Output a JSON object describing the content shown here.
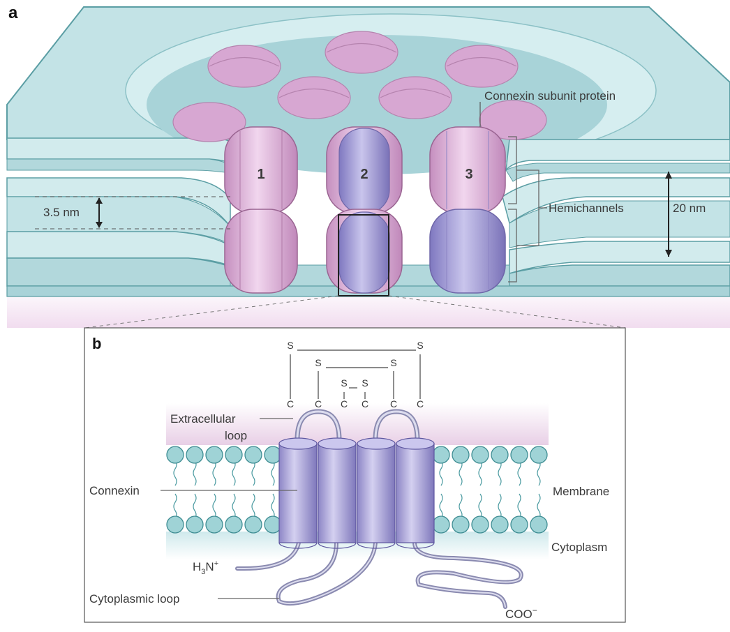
{
  "panel_a": {
    "letter": "a",
    "channel_numbers": [
      "1",
      "2",
      "3"
    ],
    "labels": {
      "connexin_subunit": "Connexin subunit protein",
      "hemichannels": "Hemichannels",
      "gap": "3.5 nm",
      "thickness": "20 nm"
    }
  },
  "panel_b": {
    "letter": "b",
    "sulfur": "S",
    "carbon": "C",
    "labels": {
      "extracellular": "Extracellular",
      "loop": "loop",
      "connexin": "Connexin",
      "membrane": "Membrane",
      "cytoplasm": "Cytoplasm",
      "h3n_main": "H",
      "h3n_sub": "3",
      "h3n_n": "N",
      "h3n_sup": "+",
      "cytoplasmic_loop": "Cytoplasmic loop",
      "coo_main": "COO",
      "coo_sup": "−"
    }
  },
  "colors": {
    "membrane_fill": "#c3e3e6",
    "membrane_edge": "#5b9ea4",
    "connexin_pink": "#d9a9d4",
    "connexin_purple": "#9c94cf",
    "lipid_head": "#9fd3d6"
  }
}
